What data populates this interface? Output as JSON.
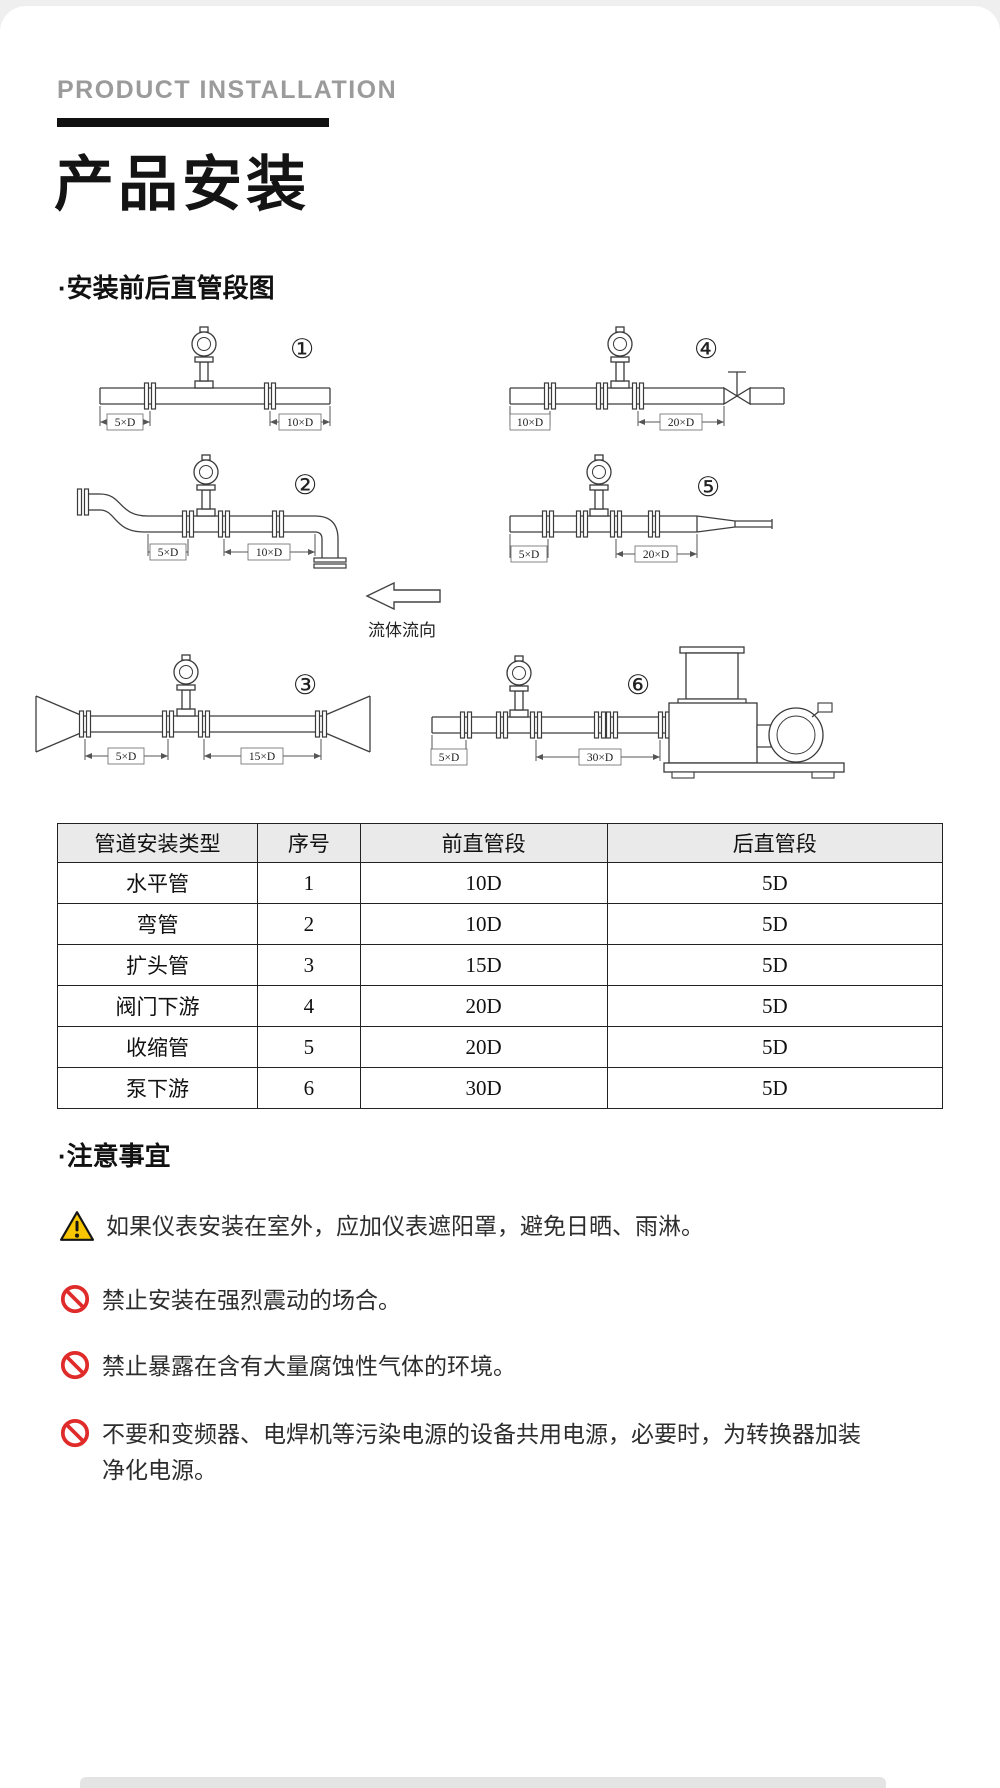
{
  "header": {
    "eyebrow": "PRODUCT INSTALLATION",
    "title": "产品安装"
  },
  "straight_pipe_section": {
    "heading": "·安装前后直管段图",
    "flow_label": "流体流向",
    "diagrams": {
      "d1": {
        "num": "①",
        "left_dim": "5×D",
        "right_dim": "10×D"
      },
      "d2": {
        "num": "②",
        "left_dim": "5×D",
        "right_dim": "10×D"
      },
      "d3": {
        "num": "③",
        "left_dim": "5×D",
        "right_dim": "15×D"
      },
      "d4": {
        "num": "④",
        "left_dim": "10×D",
        "right_dim": "20×D"
      },
      "d5": {
        "num": "⑤",
        "left_dim": "5×D",
        "right_dim": "20×D"
      },
      "d6": {
        "num": "⑥",
        "left_dim": "5×D",
        "right_dim": "30×D"
      }
    }
  },
  "table": {
    "headers": [
      "管道安装类型",
      "序号",
      "前直管段",
      "后直管段"
    ],
    "rows": [
      [
        "水平管",
        "1",
        "10D",
        "5D"
      ],
      [
        "弯管",
        "2",
        "10D",
        "5D"
      ],
      [
        "扩头管",
        "3",
        "15D",
        "5D"
      ],
      [
        "阀门下游",
        "4",
        "20D",
        "5D"
      ],
      [
        "收缩管",
        "5",
        "20D",
        "5D"
      ],
      [
        "泵下游",
        "6",
        "30D",
        "5D"
      ]
    ]
  },
  "notes": {
    "heading": "·注意事宜",
    "items": [
      {
        "icon": "warning-icon",
        "text": "如果仪表安装在室外，应加仪表遮阳罩，避免日晒、雨淋。"
      },
      {
        "icon": "prohibited-icon",
        "text": "禁止安装在强烈震动的场合。"
      },
      {
        "icon": "prohibited-icon",
        "text": "禁止暴露在含有大量腐蚀性气体的环境。"
      },
      {
        "icon": "prohibited-icon",
        "text": "不要和变频器、电焊机等污染电源的设备共用电源，必要时，为转换器加装净化电源。"
      }
    ]
  },
  "colors": {
    "accent_black": "#111111",
    "eyebrow_gray": "#9b9b9b",
    "warning_yellow": "#f7c600",
    "prohibit_red": "#e02b2b",
    "table_header_bg": "#eaeaea"
  }
}
